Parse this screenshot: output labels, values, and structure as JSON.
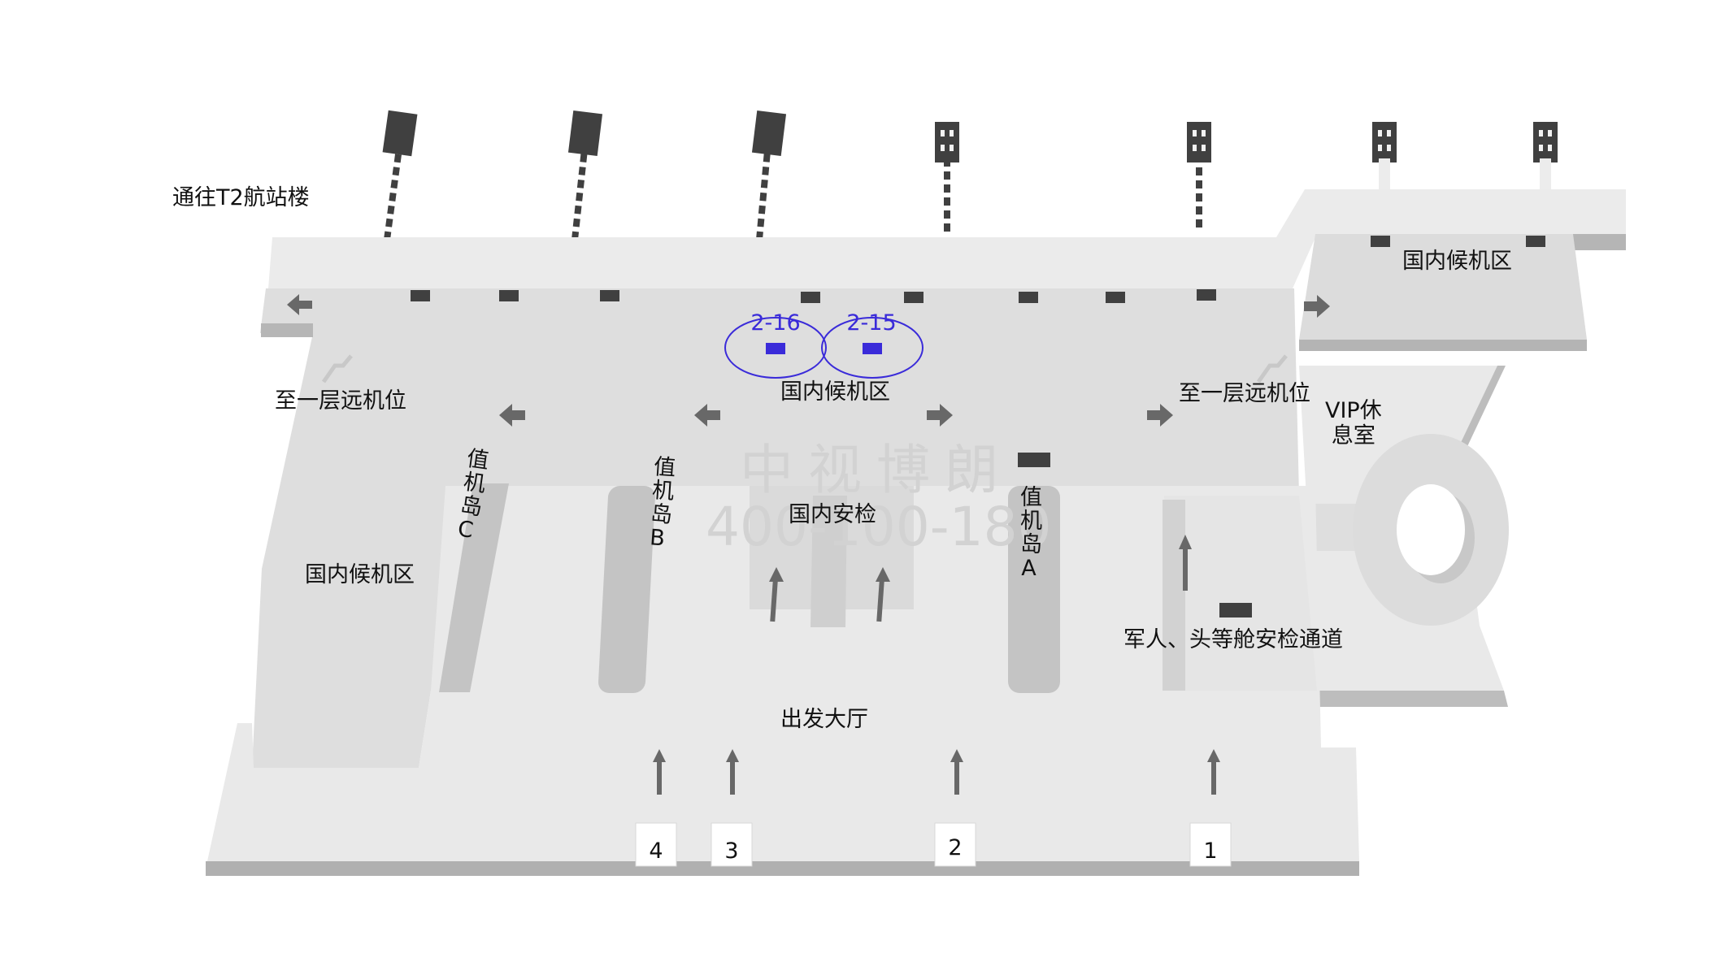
{
  "map_labels": {
    "to_t2": "通往T2航站楼",
    "waiting_top_right": "国内候机区",
    "waiting_center": "国内候机区",
    "waiting_left": "国内候机区",
    "remote_left": "至一层远机位",
    "remote_right": "至一层远机位",
    "vip": "VIP休\n息室",
    "island_a": "值机岛A",
    "island_b": "值机岛B",
    "island_c": "值机岛C",
    "security": "国内安检",
    "military_lane": "军人、头等舱安检通道",
    "departure_hall": "出发大厅"
  },
  "gates": [
    "4",
    "3",
    "2",
    "1"
  ],
  "ad_spots": [
    "2-16",
    "2-15"
  ],
  "watermark": {
    "line1": "中视博朗",
    "line2": "400-100-180"
  },
  "colors": {
    "floor": "#e9e9e9",
    "lounge": "#dedede",
    "island": "#c4c4c4",
    "edge": "#b0b0b0",
    "bridge": "#404040",
    "arrow": "#686868",
    "ad_accent": "#3a2bd9"
  }
}
